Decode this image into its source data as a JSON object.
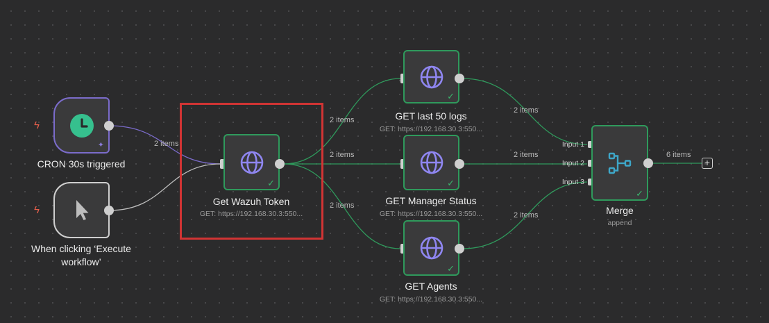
{
  "nodes": {
    "cron": {
      "title": "CRON 30s triggered"
    },
    "manual": {
      "title": "When clicking ‘Execute workflow’"
    },
    "token": {
      "title": "Get Wazuh Token",
      "subtitle": "GET: https://192.168.30.3:550..."
    },
    "logs": {
      "title": "GET last 50 logs",
      "subtitle": "GET: https://192.168.30.3:550..."
    },
    "status": {
      "title": "GET Manager Status",
      "subtitle": "GET: https://192.168.30.3:550..."
    },
    "agents": {
      "title": "GET Agents",
      "subtitle": "GET: https://192.168.30.3:550..."
    },
    "merge": {
      "title": "Merge",
      "subtitle": "append",
      "inputs": [
        "Input 1",
        "Input 2",
        "Input 3"
      ]
    }
  },
  "edges": {
    "cron_to_token": "2 items",
    "token_to_logs": "2 items",
    "token_to_status": "2 items",
    "token_to_agents": "2 items",
    "logs_to_merge": "2 items",
    "status_to_merge": "2 items",
    "agents_to_merge": "2 items",
    "merge_out": "6 items"
  },
  "icons": {
    "cron": "clock-icon",
    "manual": "cursor-icon",
    "http": "globe-icon",
    "merge": "merge-icon",
    "trigger_marker": "lightning-icon",
    "pinned": "pin-icon",
    "success": "checkmark-icon",
    "add": "plus-icon"
  },
  "colors": {
    "canvas": "#2b2b2c",
    "success_border": "#2f9a5c",
    "cron_border": "#7b6ccb",
    "http_icon": "#8f86f0",
    "merge_icon": "#3ea7c9",
    "clock_icon": "#36c08e",
    "selection": "#d13434",
    "trigger_lightning": "#e8604c"
  }
}
